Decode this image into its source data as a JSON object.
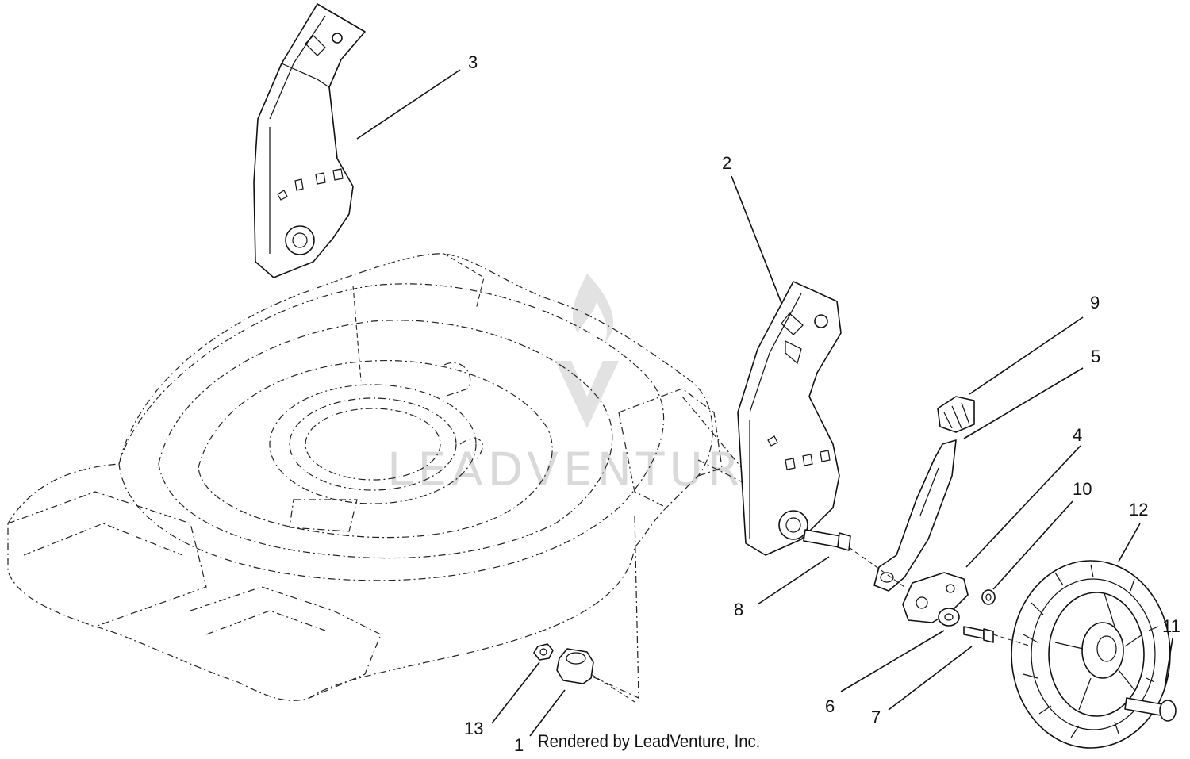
{
  "watermark": {
    "text": "LEADVENTURE",
    "color": "#d9d9d9"
  },
  "credit": "Rendered by LeadVenture, Inc.",
  "callouts": [
    {
      "id": "1",
      "label": "1"
    },
    {
      "id": "2",
      "label": "2"
    },
    {
      "id": "3",
      "label": "3"
    },
    {
      "id": "4",
      "label": "4"
    },
    {
      "id": "5",
      "label": "5"
    },
    {
      "id": "6",
      "label": "6"
    },
    {
      "id": "7",
      "label": "7"
    },
    {
      "id": "8",
      "label": "8"
    },
    {
      "id": "9",
      "label": "9"
    },
    {
      "id": "10",
      "label": "10"
    },
    {
      "id": "11",
      "label": "11"
    },
    {
      "id": "12",
      "label": "12"
    },
    {
      "id": "13",
      "label": "13"
    }
  ],
  "colors": {
    "line": "#111111",
    "background": "#ffffff"
  }
}
